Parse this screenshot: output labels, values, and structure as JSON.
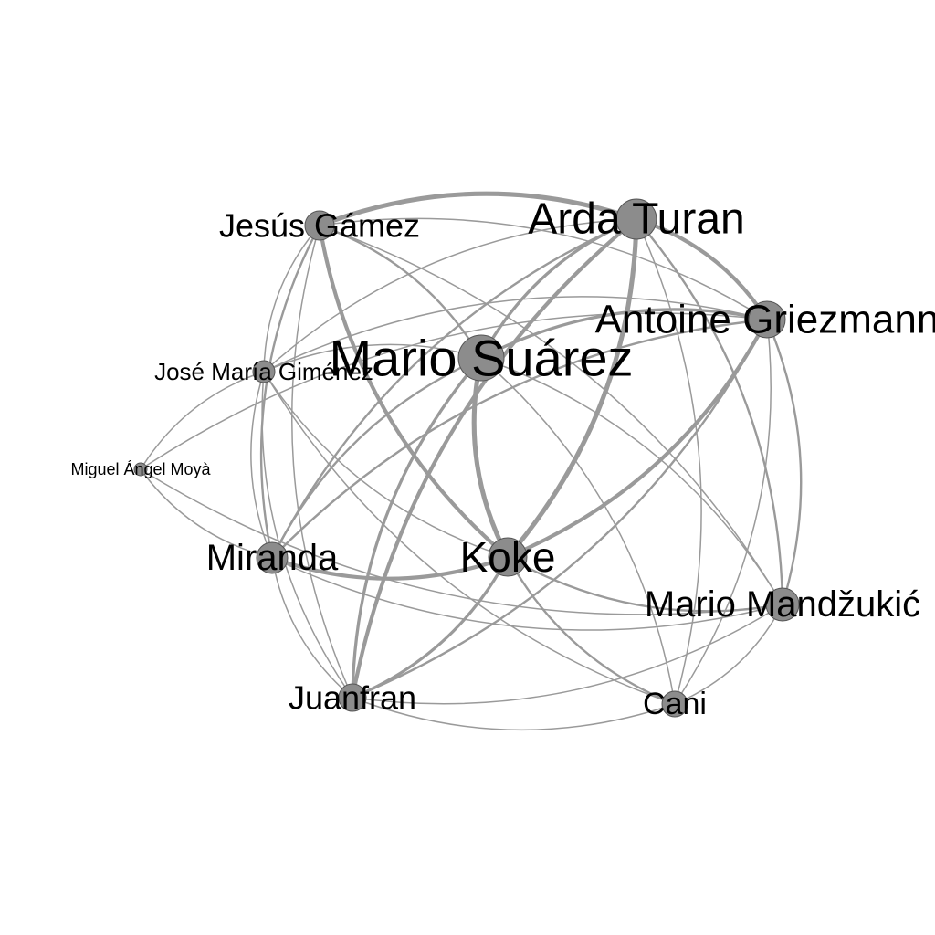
{
  "nodes": [
    {
      "id": "jesus",
      "label": "Jesús Gámez"
    },
    {
      "id": "arda",
      "label": "Arda Turan"
    },
    {
      "id": "griezmann",
      "label": "Antoine Griezmann"
    },
    {
      "id": "suarez",
      "label": "Mario Suárez"
    },
    {
      "id": "gimenez",
      "label": "José María Giménez"
    },
    {
      "id": "moya",
      "label": "Miguel Ángel Moyà"
    },
    {
      "id": "miranda",
      "label": "Miranda"
    },
    {
      "id": "koke",
      "label": "Koke"
    },
    {
      "id": "mandzukic",
      "label": "Mario Mandžukić"
    },
    {
      "id": "juanfran",
      "label": "Juanfran"
    },
    {
      "id": "cani",
      "label": "Cani"
    }
  ],
  "edges": [
    {
      "source": "jesus",
      "target": "arda",
      "weight": 5
    },
    {
      "source": "jesus",
      "target": "koke",
      "weight": 4
    },
    {
      "source": "jesus",
      "target": "suarez",
      "weight": 2
    },
    {
      "source": "jesus",
      "target": "griezmann",
      "weight": 1
    },
    {
      "source": "jesus",
      "target": "miranda",
      "weight": 2
    },
    {
      "source": "jesus",
      "target": "gimenez",
      "weight": 1
    },
    {
      "source": "jesus",
      "target": "juanfran",
      "weight": 1
    },
    {
      "source": "jesus",
      "target": "mandzukic",
      "weight": 1
    },
    {
      "source": "arda",
      "target": "suarez",
      "weight": 3
    },
    {
      "source": "arda",
      "target": "griezmann",
      "weight": 4
    },
    {
      "source": "arda",
      "target": "koke",
      "weight": 5
    },
    {
      "source": "arda",
      "target": "juanfran",
      "weight": 4
    },
    {
      "source": "arda",
      "target": "miranda",
      "weight": 2
    },
    {
      "source": "arda",
      "target": "mandzukic",
      "weight": 2
    },
    {
      "source": "arda",
      "target": "gimenez",
      "weight": 1
    },
    {
      "source": "arda",
      "target": "cani",
      "weight": 1
    },
    {
      "source": "griezmann",
      "target": "suarez",
      "weight": 3
    },
    {
      "source": "griezmann",
      "target": "koke",
      "weight": 4
    },
    {
      "source": "griezmann",
      "target": "mandzukic",
      "weight": 2
    },
    {
      "source": "griezmann",
      "target": "juanfran",
      "weight": 2
    },
    {
      "source": "griezmann",
      "target": "miranda",
      "weight": 2
    },
    {
      "source": "griezmann",
      "target": "cani",
      "weight": 1
    },
    {
      "source": "griezmann",
      "target": "gimenez",
      "weight": 1
    },
    {
      "source": "suarez",
      "target": "koke",
      "weight": 5
    },
    {
      "source": "suarez",
      "target": "juanfran",
      "weight": 3
    },
    {
      "source": "suarez",
      "target": "miranda",
      "weight": 2
    },
    {
      "source": "suarez",
      "target": "gimenez",
      "weight": 1
    },
    {
      "source": "suarez",
      "target": "mandzukic",
      "weight": 1
    },
    {
      "source": "suarez",
      "target": "cani",
      "weight": 1
    },
    {
      "source": "koke",
      "target": "miranda",
      "weight": 4
    },
    {
      "source": "koke",
      "target": "juanfran",
      "weight": 3
    },
    {
      "source": "koke",
      "target": "mandzukic",
      "weight": 2
    },
    {
      "source": "koke",
      "target": "cani",
      "weight": 2
    },
    {
      "source": "koke",
      "target": "gimenez",
      "weight": 1
    },
    {
      "source": "miranda",
      "target": "juanfran",
      "weight": 1
    },
    {
      "source": "miranda",
      "target": "gimenez",
      "weight": 1
    },
    {
      "source": "miranda",
      "target": "moya",
      "weight": 1
    },
    {
      "source": "miranda",
      "target": "mandzukic",
      "weight": 1
    },
    {
      "source": "moya",
      "target": "gimenez",
      "weight": 1
    },
    {
      "source": "moya",
      "target": "mandzukic",
      "weight": 1
    },
    {
      "source": "moya",
      "target": "griezmann",
      "weight": 1
    },
    {
      "source": "juanfran",
      "target": "mandzukic",
      "weight": 1
    },
    {
      "source": "juanfran",
      "target": "cani",
      "weight": 1
    },
    {
      "source": "mandzukic",
      "target": "cani",
      "weight": 1
    },
    {
      "source": "gimenez",
      "target": "juanfran",
      "weight": 1
    },
    {
      "source": "gimenez",
      "target": "cani",
      "weight": 1
    }
  ]
}
